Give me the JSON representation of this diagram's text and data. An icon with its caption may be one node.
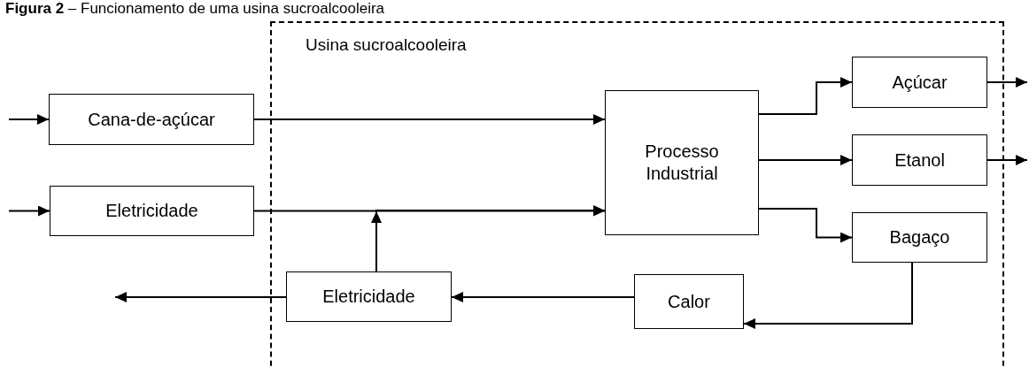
{
  "diagram": {
    "title": "**Figura 2** – Funcionamento de uma usina sucroalcooleira",
    "nodes": [
      {
        "text": [
          "Usina sucroalcooleira"
        ]
      },
      {
        "text": [
          "Cana-de-açúcar"
        ]
      },
      {
        "text": [
          "Eletricidade"
        ]
      },
      {
        "text": [
          "Processo Industrial"
        ],
        "in": 0
      },
      {
        "text": [
          "Açúcar"
        ],
        "in": 0
      },
      {
        "text": [
          "Etanol"
        ],
        "in": 0
      },
      {
        "text": [
          "Bagaço"
        ],
        "in": 0
      },
      {
        "text": [
          "Calor"
        ],
        "in": 0
      },
      {
        "text": [
          "Eletricidade"
        ],
        "in": 0
      }
    ],
    "edges": [
      {
        "from": null,
        "to": 1,
        "arrow": "to"
      },
      {
        "from": null,
        "to": 2,
        "arrow": "to"
      },
      {
        "from": 1,
        "to": 3,
        "arrow": "to"
      },
      {
        "from": 2,
        "to": 3,
        "arrow": "to"
      },
      {
        "from": 8,
        "to": 3,
        "arrow": "to"
      },
      {
        "from": 3,
        "to": 4,
        "arrow": "to"
      },
      {
        "from": 3,
        "to": 5,
        "arrow": "to"
      },
      {
        "from": 3,
        "to": 6,
        "arrow": "to"
      },
      {
        "from": 4,
        "to": null,
        "arrow": "to"
      },
      {
        "from": 5,
        "to": null,
        "arrow": "to"
      },
      {
        "from": 6,
        "to": 7,
        "arrow": "to"
      },
      {
        "from": 7,
        "to": 8,
        "arrow": "to"
      },
      {
        "from": 8,
        "to": null,
        "arrow": "to"
      }
    ]
  }
}
